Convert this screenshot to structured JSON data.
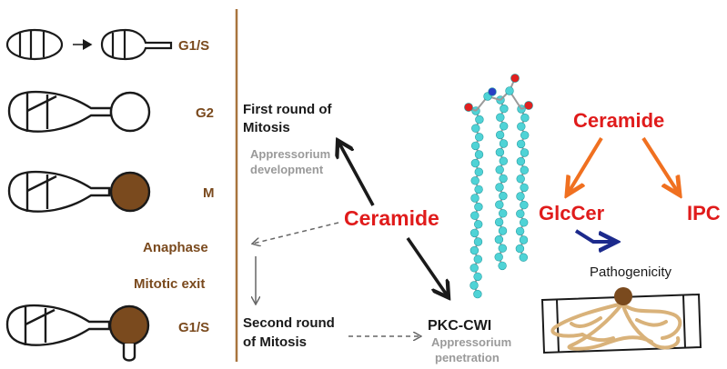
{
  "stages": {
    "g1s_top": "G1/S",
    "g2": "G2",
    "m": "M",
    "anaphase": "Anaphase",
    "mitotic_exit": "Mitotic exit",
    "g1s_bottom": "G1/S"
  },
  "mitosis": {
    "first_line1": "First round of",
    "first_line2": "Mitosis",
    "appressorium_dev_line1": "Appressorium",
    "appressorium_dev_line2": "development",
    "second_line1": "Second round",
    "second_line2": "of Mitosis"
  },
  "center": {
    "ceramide": "Ceramide",
    "pkc": "PKC-CWI",
    "appressorium_pen_line1": "Appressorium",
    "appressorium_pen_line2": "penetration"
  },
  "right": {
    "ceramide": "Ceramide",
    "glccer": "GlcCer",
    "ipc": "IPC",
    "pathogenicity": "Pathogenicity"
  },
  "colors": {
    "stage_brown": "#7a4a1e",
    "ceramide_red": "#e01b1b",
    "arrow_orange": "#f07020",
    "arrow_navy": "#1c2a8c",
    "hypha_tan": "#d9b27a",
    "carbon_cyan": "#4fd3d6"
  }
}
